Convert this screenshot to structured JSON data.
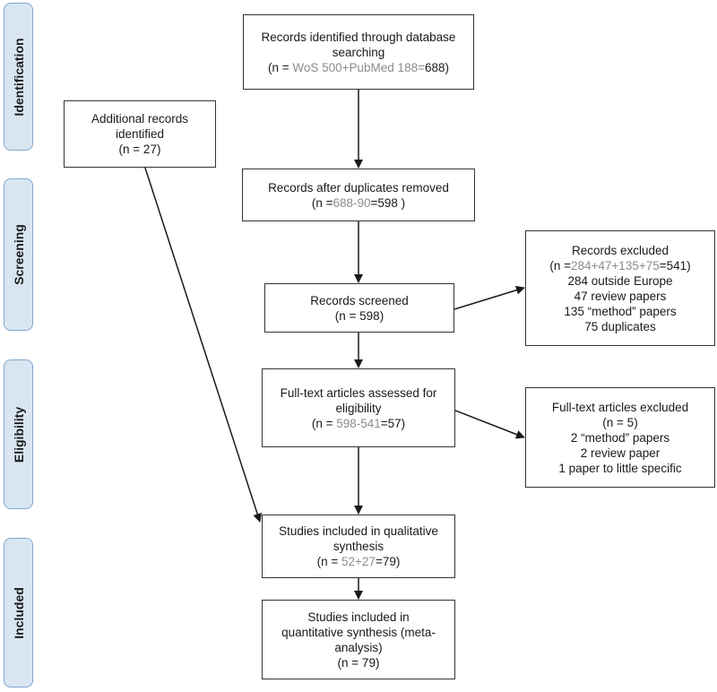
{
  "phases": {
    "identification": "Identification",
    "screening": "Screening",
    "eligibility": "Eligibility",
    "included": "Included"
  },
  "boxes": {
    "db_search": {
      "line1": "Records identified through database",
      "line2": "searching",
      "n_open": "(n = ",
      "n_grey": "WoS 500+PubMed 188=",
      "n_value": "688)"
    },
    "additional": {
      "line1": "Additional records",
      "line2": "identified",
      "line3": "(n = 27)"
    },
    "dup_removed": {
      "line1": "Records after duplicates removed",
      "n_open": "(n =",
      "n_grey": "688-90",
      "n_value": "=598 )"
    },
    "screened": {
      "line1": "Records screened",
      "line2": "(n = 598)"
    },
    "excluded": {
      "line1": "Records excluded",
      "n_open": "(n =",
      "n_grey": "284+47+135+75",
      "n_value": "=541)",
      "items": [
        "284 outside Europe",
        "47 review papers",
        "135 “method” papers",
        "75 duplicates"
      ]
    },
    "fulltext": {
      "line1": "Full-text articles assessed for",
      "line2": "eligibility",
      "n_open": "(n = ",
      "n_grey": "598-541",
      "n_value": "=57)"
    },
    "ft_excluded": {
      "line1": "Full-text articles excluded",
      "line2": "(n = 5)",
      "items": [
        "2 “method” papers",
        "2 review paper",
        "1 paper to little specific"
      ]
    },
    "qualitative": {
      "line1": "Studies included in qualitative",
      "line2": "synthesis",
      "n_open": "(n = ",
      "n_grey": "52+27",
      "n_value": "=79)"
    },
    "quantitative": {
      "line1": "Studies included in",
      "line2": "quantitative synthesis (meta-",
      "line3": "analysis)",
      "line4": "(n = 79)"
    }
  }
}
